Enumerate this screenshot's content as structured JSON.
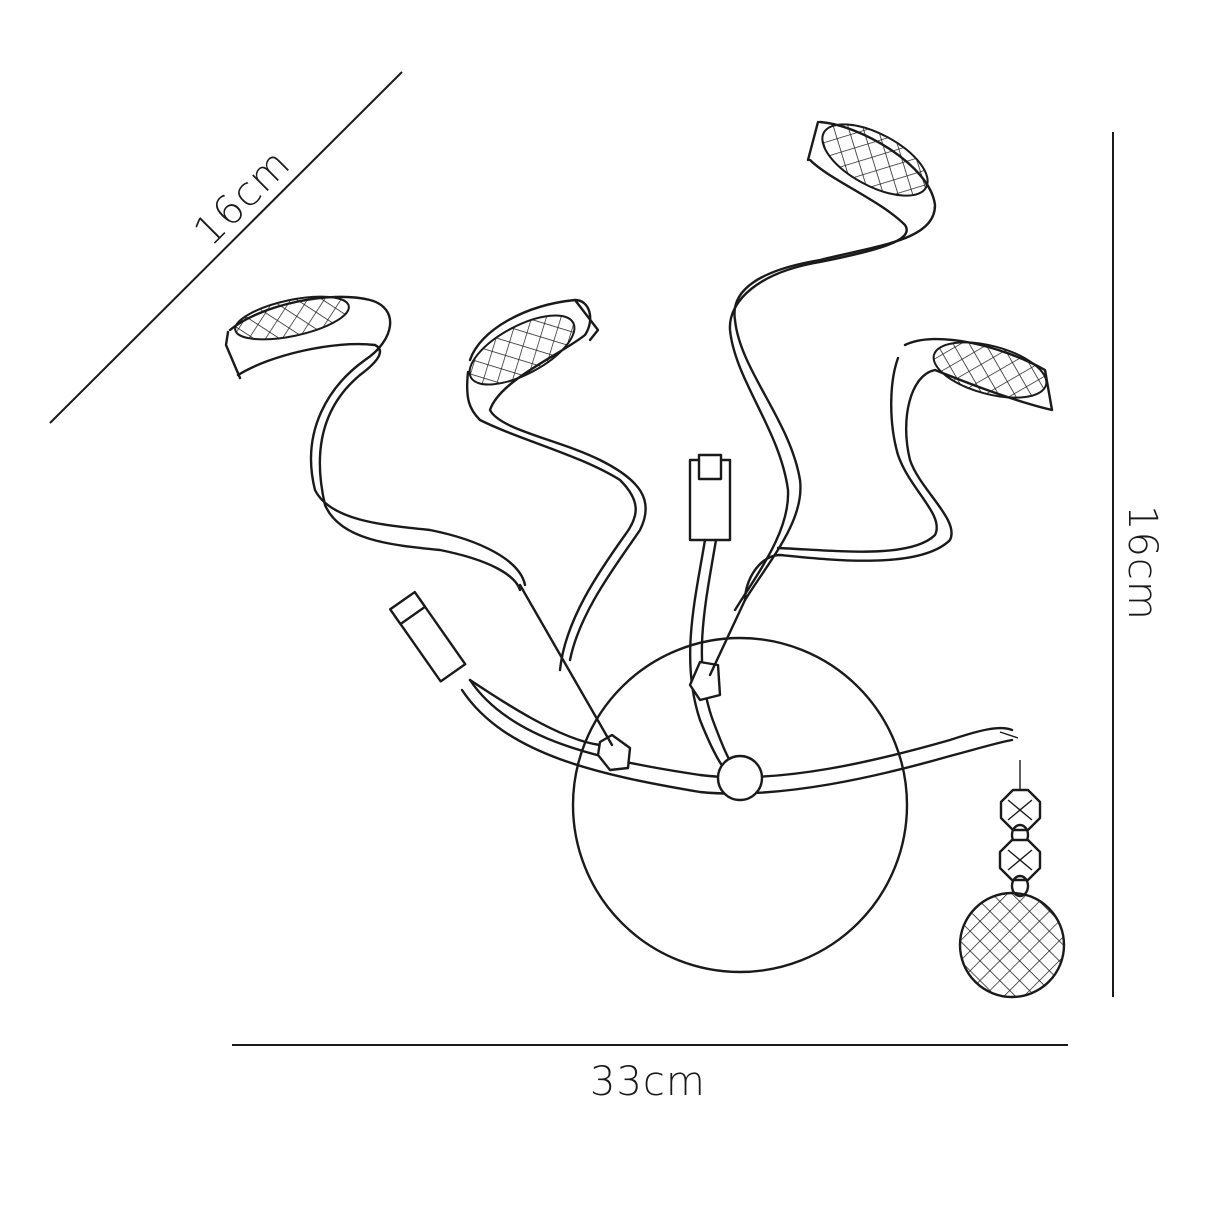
{
  "dimensions": {
    "width": "33cm",
    "depth": "16cm",
    "height": "16cm"
  },
  "colors": {
    "line": "#1a1a1a",
    "background": "#ffffff"
  }
}
